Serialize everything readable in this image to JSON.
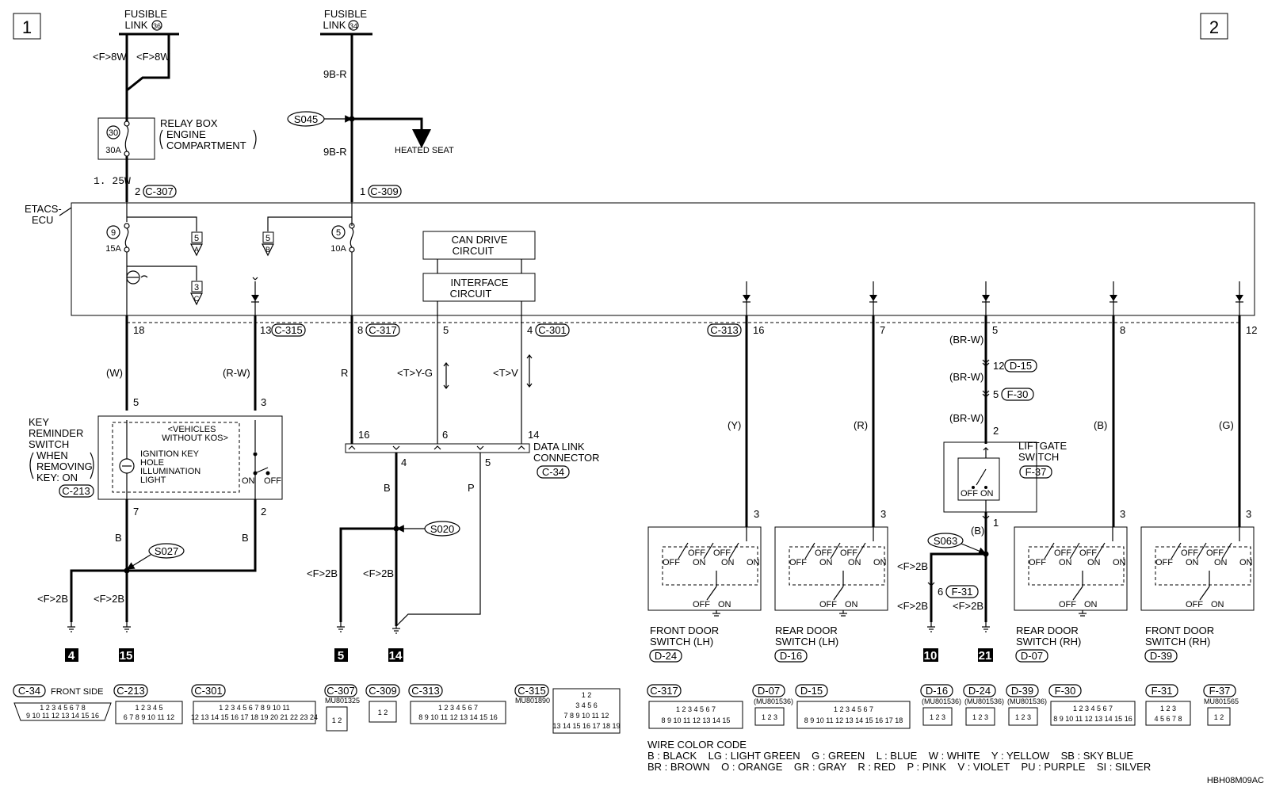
{
  "page_numbers": {
    "left": "1",
    "right": "2"
  },
  "fusible_links": [
    {
      "label_line1": "FUSIBLE",
      "label_line2": "LINK",
      "number": "36"
    },
    {
      "label_line1": "FUSIBLE",
      "label_line2": "LINK",
      "number": "34"
    }
  ],
  "wire_labels": {
    "f8w_left": "<F>8W",
    "f8w_right": "<F>8W",
    "w125": "1. 25W",
    "r9b_top": "9B-R",
    "r9b_bottom": "9B-R",
    "w": "(W)",
    "rw": "(R-W)",
    "r": "R",
    "tyg": "<T>Y-G",
    "tv": "<T>V",
    "b_left": "B",
    "b_right": "B",
    "b_dlc": "B",
    "p_dlc": "P",
    "f2b_1": "<F>2B",
    "f2b_2": "<F>2B",
    "f2b_3": "<F>2B",
    "f2b_4": "<F>2B",
    "f2b_5": "<F>2B",
    "f2b_6": "<F>2B",
    "y": "(Y)",
    "red": "(R)",
    "brw_1": "(BR-W)",
    "brw_2": "(BR-W)",
    "brw_3": "(BR-W)",
    "blue_b": "(B)",
    "b_lift": "(B)",
    "g": "(G)"
  },
  "relay_box": {
    "title": "RELAY BOX",
    "sub1": "ENGINE",
    "sub2": "COMPARTMENT",
    "fuse_number": "30",
    "fuse_rating": "30A"
  },
  "splices": {
    "s045": "S045",
    "s027": "S027",
    "s020": "S020",
    "s063": "S063"
  },
  "heated_seat": "HEATED SEAT",
  "etacs": {
    "line1": "ETACS-",
    "line2": "ECU",
    "fuse_a_number": "9",
    "fuse_a_rating": "15A",
    "fuse_b_number": "5",
    "fuse_b_rating": "10A",
    "ref_5a_num": "5",
    "ref_5a_letter": "A",
    "ref_5b_num": "5",
    "ref_5b_letter": "B",
    "ref_3c_num": "3",
    "ref_3c_letter": "C",
    "can_line1": "CAN DRIVE",
    "can_line2": "CIRCUIT",
    "if_line1": "INTERFACE",
    "if_line2": "CIRCUIT"
  },
  "connector_pins": {
    "p2_c307_pin": "2",
    "p2_c307": "C-307",
    "p1_c309_pin": "1",
    "p1_c309": "C-309",
    "p18": "18",
    "p13_c315_pin": "13",
    "p13_c315": "C-315",
    "p8_c317_pin": "8",
    "p8_c317": "C-317",
    "p5_can": "5",
    "p4_c301_pin": "4",
    "p4_c301": "C-301",
    "c313": "C-313",
    "p16": "16",
    "p7": "7",
    "p5_lift": "5",
    "p8_rr": "8",
    "p12": "12",
    "key_p5": "5",
    "key_p3": "3",
    "key_p7": "7",
    "key_p2": "2",
    "dlc_p16": "16",
    "dlc_p6": "6",
    "dlc_p14": "14",
    "dlc_p4": "4",
    "dlc_p5": "5",
    "d15_pin": "12",
    "d15": "D-15",
    "f30_pin": "5",
    "f30": "F-30",
    "lift_p2": "2",
    "lift_p1": "1",
    "f31_pin": "6",
    "f31": "F-31",
    "sw_p3_1": "3",
    "sw_p3_2": "3",
    "sw_p3_3": "3",
    "sw_p3_4": "3"
  },
  "key_reminder": {
    "line1": "KEY",
    "line2": "REMINDER",
    "line3": "SWITCH",
    "line4": "WHEN",
    "line5": "REMOVING",
    "line6": "KEY: ON",
    "connector": "C-213",
    "vehicles1": "<VEHICLES",
    "vehicles2": "WITHOUT KOS>",
    "ign1": "IGNITION KEY",
    "ign2": "HOLE",
    "ign3": "ILLUMINATION",
    "ign4": "LIGHT",
    "on": "ON",
    "off": "OFF"
  },
  "data_link": {
    "line1": "DATA LINK",
    "line2": "CONNECTOR",
    "connector": "C-34"
  },
  "liftgate": {
    "line1": "LIFTGATE",
    "line2": "SWITCH",
    "connector": "F-37",
    "off": "OFF",
    "on": "ON"
  },
  "door_switches": [
    {
      "line1": "FRONT DOOR",
      "line2": "SWITCH (LH)",
      "connector": "D-24"
    },
    {
      "line1": "REAR DOOR",
      "line2": "SWITCH (LH)",
      "connector": "D-16"
    },
    {
      "line1": "REAR DOOR",
      "line2": "SWITCH (RH)",
      "connector": "D-07"
    },
    {
      "line1": "FRONT DOOR",
      "line2": "SWITCH (RH)",
      "connector": "D-39"
    }
  ],
  "switch_text": {
    "off": "OFF",
    "on": "ON"
  },
  "grounds": [
    "4",
    "15",
    "5",
    "14",
    "10",
    "21"
  ],
  "connectors_bottom": [
    {
      "id": "C-34",
      "note": "FRONT SIDE",
      "rows": [
        "1 2 3 4 5 6 7 8",
        "9 10 11 12 13 14 15 16"
      ]
    },
    {
      "id": "C-213",
      "note": "",
      "rows": [
        "1 2 3   4 5",
        "6 7 8 9 10 11 12"
      ]
    },
    {
      "id": "C-301",
      "note": "",
      "rows": [
        "1 2 3 4 5   6 7 8 9 10 11",
        "12 13 14 15 16 17 18 19 20 21 22 23 24"
      ]
    },
    {
      "id": "C-307",
      "note": "MU801325",
      "rows": [
        "1 2"
      ]
    },
    {
      "id": "C-309",
      "note": "",
      "rows": [
        "1 2"
      ]
    },
    {
      "id": "C-313",
      "note": "",
      "rows": [
        "1 2 3 4   5 6 7",
        "8 9 10 11 12 13 14 15 16"
      ]
    },
    {
      "id": "C-315",
      "note": "MU801890",
      "rows": [
        "1 2",
        "3 4  5 6",
        "7 8 9 10 11 12",
        "13 14 15 16 17 18 19"
      ]
    },
    {
      "id": "C-317",
      "note": "",
      "rows": [
        "1 2 3 4  5 6 7",
        "8 9 10 11 12 13 14 15"
      ]
    },
    {
      "id": "D-07",
      "note": "(MU801536)",
      "rows": [
        "1 2 3"
      ]
    },
    {
      "id": "D-15",
      "note": "",
      "rows": [
        "1 2 3  4 5 6 7",
        "8 9 10 11 12 13 14 15 16 17 18"
      ]
    },
    {
      "id": "D-16",
      "note": "(MU801536)",
      "rows": [
        "1 2 3"
      ]
    },
    {
      "id": "D-24",
      "note": "(MU801536)",
      "rows": [
        "1 2 3"
      ]
    },
    {
      "id": "D-39",
      "note": "(MU801536)",
      "rows": [
        "1 2 3"
      ]
    },
    {
      "id": "F-30",
      "note": "",
      "rows": [
        "1 2 3 4   5 6 7",
        "8 9 10 11 12 13 14 15 16"
      ]
    },
    {
      "id": "F-31",
      "note": "",
      "rows": [
        "1 2 3",
        "4 5 6 7 8"
      ]
    },
    {
      "id": "F-37",
      "note": "MU801565",
      "rows": [
        "1 2"
      ]
    }
  ],
  "color_code": {
    "title": "WIRE COLOR CODE",
    "line1": "B : BLACK    LG : LIGHT GREEN    G : GREEN    L : BLUE    W : WHITE    Y : YELLOW    SB : SKY BLUE",
    "line2": "BR : BROWN    O : ORANGE    GR : GRAY    R : RED    P : PINK    V : VIOLET    PU : PURPLE    SI : SILVER"
  },
  "diagram_code": "HBH08M09AC"
}
